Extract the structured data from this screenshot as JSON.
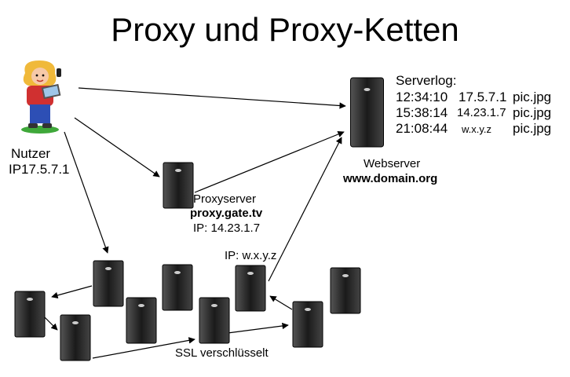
{
  "title": "Proxy und Proxy-Ketten",
  "user": {
    "label": "Nutzer",
    "ip": "IP17.5.7.1",
    "icon": "user-with-laptop-icon"
  },
  "webserver": {
    "label": "Webserver",
    "domain": "www.domain.org",
    "icon": "server-tower-icon"
  },
  "serverlog": {
    "heading": "Serverlog:",
    "entries": [
      {
        "time": "12:34:10",
        "ip": "17.5.7.1",
        "file": "pic.jpg"
      },
      {
        "time": "15:38:14",
        "ip": "14.23.1.7",
        "file": "pic.jpg"
      },
      {
        "time": "21:08:44",
        "ip": "w.x.y.z",
        "file": "pic.jpg"
      }
    ]
  },
  "proxy": {
    "label": "Proxyserver",
    "host": "proxy.gate.tv",
    "ip": "IP: 14.23.1.7"
  },
  "chain": {
    "exit_ip": "IP: w.x.y.z",
    "ssl_label": "SSL verschlüsselt"
  },
  "colors": {
    "server_body": "#1a1a1a",
    "server_top": "#3a3a3a",
    "lines": "#000000"
  }
}
